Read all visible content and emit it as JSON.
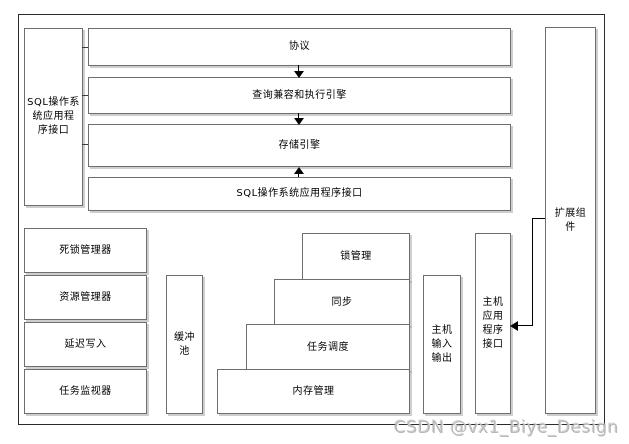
{
  "diagram": {
    "left_panel": {
      "label": "SQL操作系\n统应用程\n序接口"
    },
    "top_rows": [
      {
        "label": "协议"
      },
      {
        "label": "查询兼容和执行引擎"
      },
      {
        "label": "存储引擎"
      },
      {
        "label": "SQL操作系统应用程序接口"
      }
    ],
    "right_panel": {
      "label": "扩展组\n件"
    },
    "managers": [
      {
        "label": "死锁管理器"
      },
      {
        "label": "资源管理器"
      },
      {
        "label": "延迟写入"
      },
      {
        "label": "任务监视器"
      }
    ],
    "buffer_pool": {
      "label": "缓冲\n池"
    },
    "stairs": [
      {
        "label": "锁管理"
      },
      {
        "label": "同步"
      },
      {
        "label": "任务调度"
      },
      {
        "label": "内存管理"
      }
    ],
    "host_io": {
      "label": "主机\n输入\n输出"
    },
    "host_api": {
      "label": "主机\n应用\n程序\n接口"
    },
    "icons": {
      "down_arrows": "arrow-down-icon",
      "up_arrow": "arrow-up-icon",
      "left_arrow": "arrow-left-icon"
    }
  },
  "colors": {
    "box_border": "#6e6e6e",
    "outer_border": "#2b2b2b",
    "arrow": "#000000",
    "watermark_text": "#b9b9b9",
    "background": "#ffffff"
  },
  "watermark": {
    "text": "CSDN @vx1_Biye_Design"
  }
}
